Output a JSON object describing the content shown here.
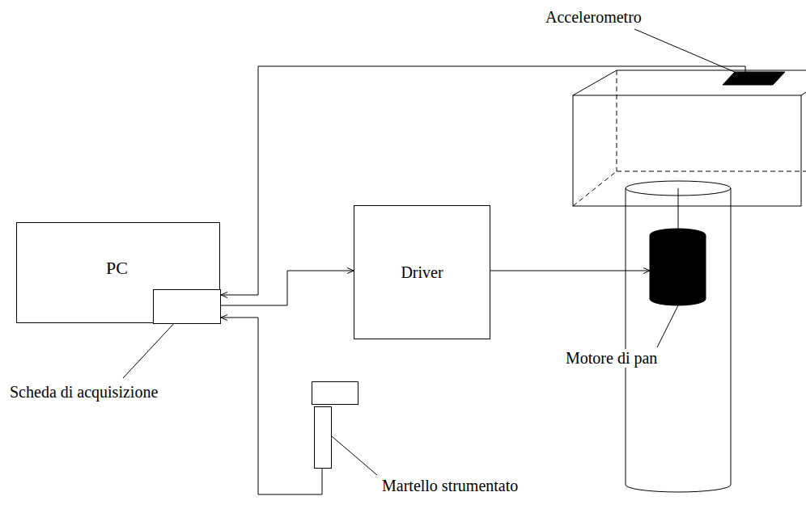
{
  "diagram": {
    "nodes": [
      {
        "text": [
          "PC"
        ]
      },
      {
        "text": [
          "Scheda di acquisizione"
        ],
        "in": 0
      },
      {
        "text": [
          "Driver"
        ]
      },
      {
        "text": [
          "Accelerometro"
        ]
      },
      {
        "text": [
          "Motore di pan"
        ]
      },
      {
        "text": [
          "Martello strumentato"
        ]
      }
    ],
    "edges": [
      {
        "from": 3,
        "to": 1,
        "arrow": "to"
      },
      {
        "from": 1,
        "to": 2,
        "arrow": "to"
      },
      {
        "from": 2,
        "to": 4,
        "arrow": "to"
      },
      {
        "from": 5,
        "to": 1,
        "arrow": "to"
      }
    ]
  }
}
